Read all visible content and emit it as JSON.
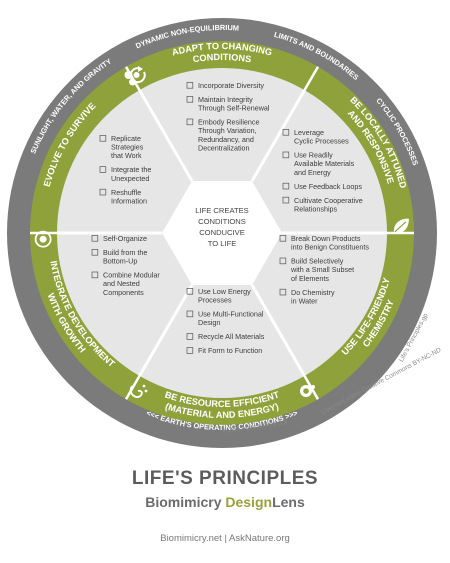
{
  "center": {
    "lines": [
      "LIFE CREATES",
      "CONDITIONS",
      "CONDUCIVE",
      "TO LIFE"
    ]
  },
  "outer_ring": {
    "top_arc": [
      "SUNLIGHT, WATER, AND GRAVITY",
      "DYNAMIC NON-EQUILIBRIUM",
      "LIMITS AND BOUNDARIES",
      "CYCLIC PROCESSES"
    ],
    "bottom_arc": "<<< EARTH'S OPERATING CONDITIONS >>>"
  },
  "principles": [
    {
      "title_lines": [
        "ADAPT TO CHANGING",
        "CONDITIONS"
      ],
      "icon": "cycle-arrow-icon",
      "items": [
        [
          "Incorporate Diversity"
        ],
        [
          "Maintain Integrity",
          "Through Self-Renewal"
        ],
        [
          "Embody Resilience",
          "Through Variation,",
          "Redundancy, and",
          "Decentralization"
        ]
      ]
    },
    {
      "title_lines": [
        "BE LOCALLY ATTUNED",
        "AND RESPONSIVE"
      ],
      "icon": "leaf-icon",
      "items": [
        [
          "Leverage",
          "Cyclic Processes"
        ],
        [
          "Use Readily",
          "Available Materials",
          "and Energy"
        ],
        [
          "Use Feedback Loops"
        ],
        [
          "Cultivate Cooperative",
          "Relationships"
        ]
      ]
    },
    {
      "title_lines": [
        "USE LIFE-FRIENDLY",
        "CHEMISTRY"
      ],
      "icon": "molecule-icon",
      "items": [
        [
          "Break Down Products",
          "into Benign Constituents"
        ],
        [
          "Build Selectively",
          "with a Small Subset",
          "of Elements"
        ],
        [
          "Do Chemistry",
          "in Water"
        ]
      ]
    },
    {
      "title_lines": [
        "BE RESOURCE EFFICIENT",
        "(MATERIAL AND ENERGY)"
      ],
      "icon": "spiral-dots-icon",
      "items": [
        [
          "Use Low Energy",
          "Processes"
        ],
        [
          "Use Multi-Functional",
          "Design"
        ],
        [
          "Recycle All Materials"
        ],
        [
          "Fit Form to Function"
        ]
      ]
    },
    {
      "title_lines": [
        "INTEGRATE DEVELOPMENT",
        "WITH GROWTH"
      ],
      "icon": "target-icon",
      "items": [
        [
          "Self-Organize"
        ],
        [
          "Build from the",
          "Bottom-Up"
        ],
        [
          "Combine Modular",
          "and Nested",
          "Components"
        ]
      ]
    },
    {
      "title_lines": [
        "EVOLVE TO SURVIVE"
      ],
      "icon": "cells-icon",
      "items": [
        [
          "Replicate",
          "Strategies",
          "that Work"
        ],
        [
          "Integrate the",
          "Unexpected"
        ],
        [
          "Reshuffle",
          "Information"
        ]
      ]
    }
  ],
  "license": {
    "copyright": "© 2013 Biomimicry 3.8",
    "text": "Licensed under Creative Commons BY-NC-ND",
    "site": "Life's Principles.gp"
  },
  "footer": {
    "title": "LIFE'S PRINCIPLES",
    "brand_a": "Biomimicry ",
    "brand_b": "Design",
    "brand_c": "Lens",
    "links": "Biomimicry.net | AskNature.org"
  },
  "colors": {
    "green": "#8fa13a",
    "ring_gray": "#7b7b7b",
    "sector_gray": "#e6e6e6",
    "center_white": "#ffffff"
  }
}
